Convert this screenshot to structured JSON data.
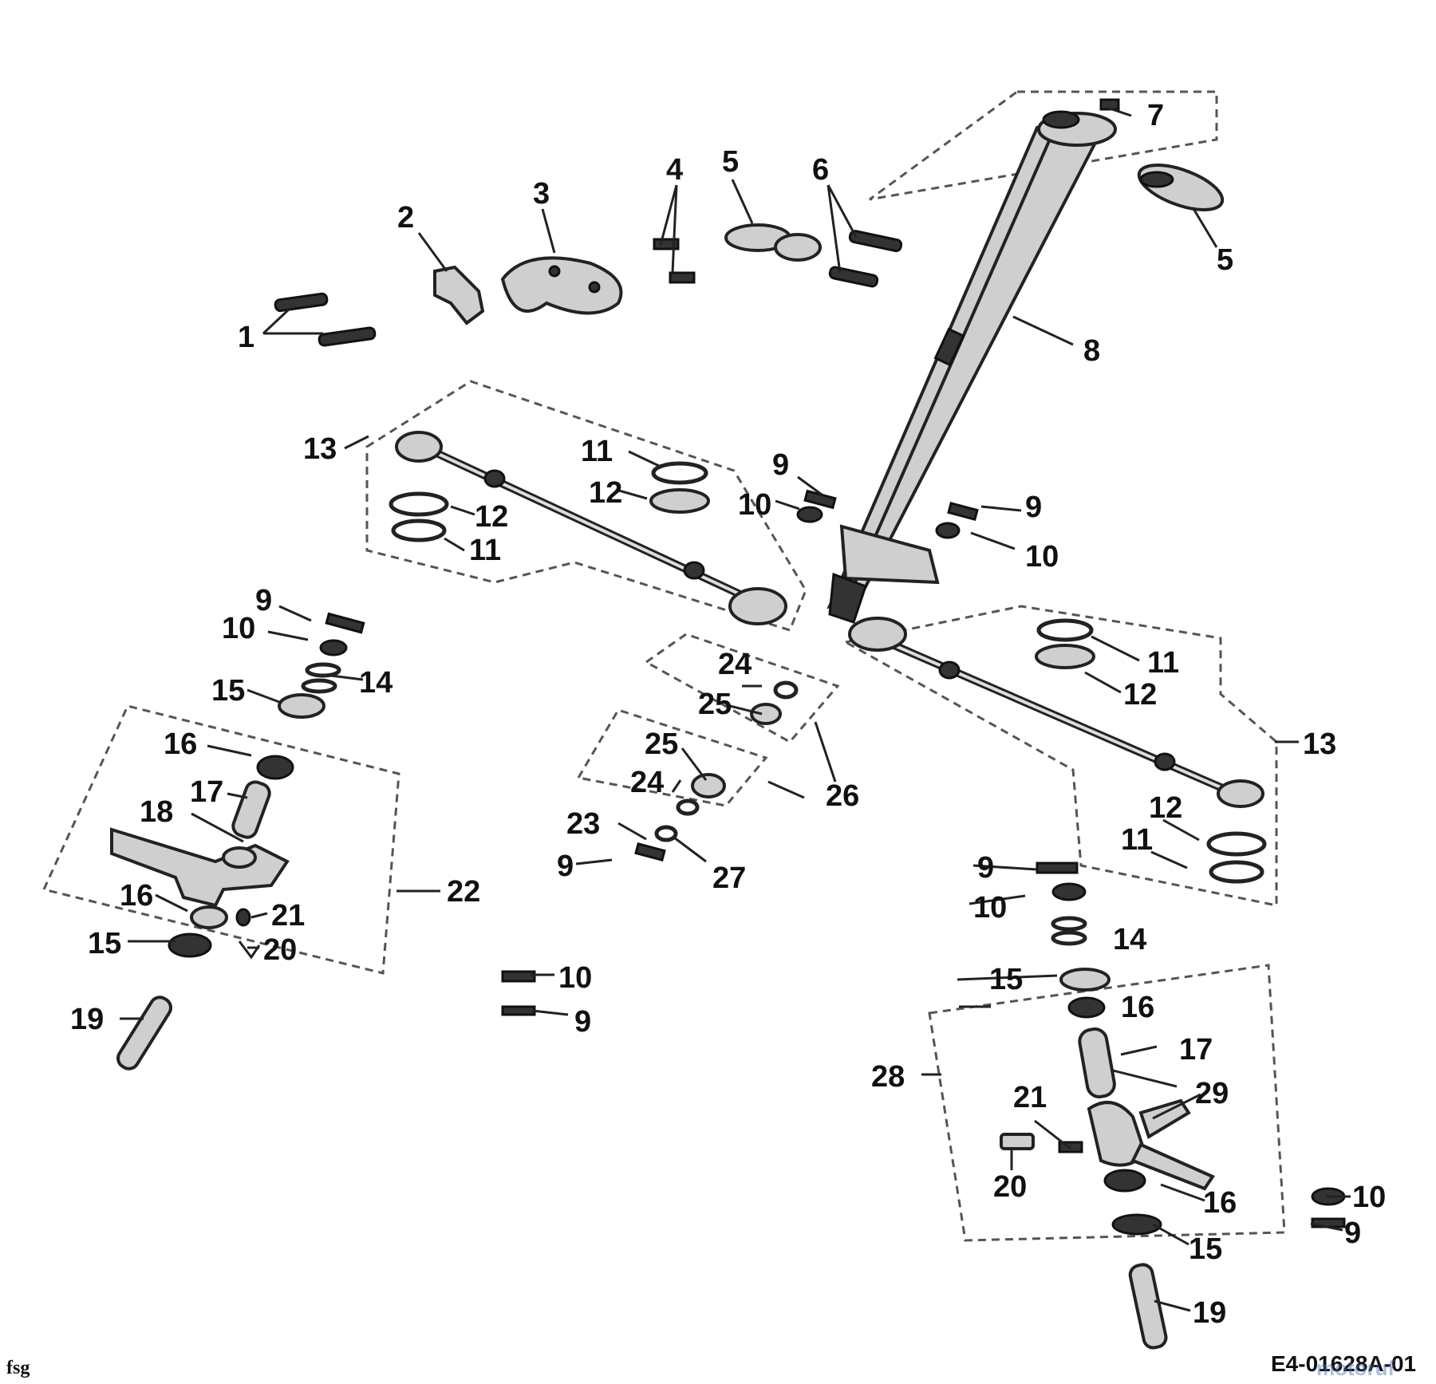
{
  "callouts": [
    "1",
    "2",
    "3",
    "4",
    "5",
    "6",
    "7",
    "8",
    "9",
    "10",
    "11",
    "12",
    "13",
    "14",
    "15",
    "16",
    "17",
    "18",
    "19",
    "20",
    "21",
    "22",
    "23",
    "24",
    "25",
    "26",
    "27",
    "28",
    "29"
  ],
  "footer": {
    "left_code": "fsg",
    "drawing_id": "E4-01628A-01",
    "watermark": "motoruf"
  }
}
